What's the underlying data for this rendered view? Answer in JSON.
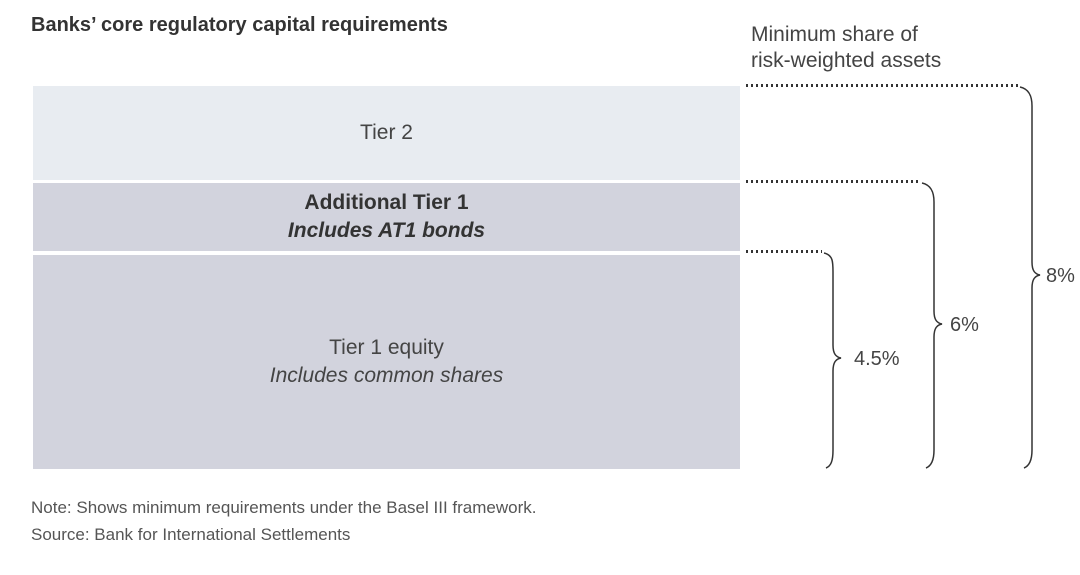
{
  "title": "Banks’ core regulatory capital requirements",
  "axis_caption_line1": "Minimum share of",
  "axis_caption_line2": "risk-weighted assets",
  "tiers": {
    "tier2": {
      "label": "Tier 2"
    },
    "at1": {
      "label": "Additional Tier 1",
      "sublabel": "Includes AT1 bonds"
    },
    "cet1": {
      "label": "Tier 1 equity",
      "sublabel": "Includes common shares"
    }
  },
  "brackets": [
    {
      "label": "4.5%"
    },
    {
      "label": "6%"
    },
    {
      "label": "8%"
    }
  ],
  "note": "Note: Shows minimum requirements under the Basel III framework.",
  "source": "Source: Bank for International Settlements"
}
